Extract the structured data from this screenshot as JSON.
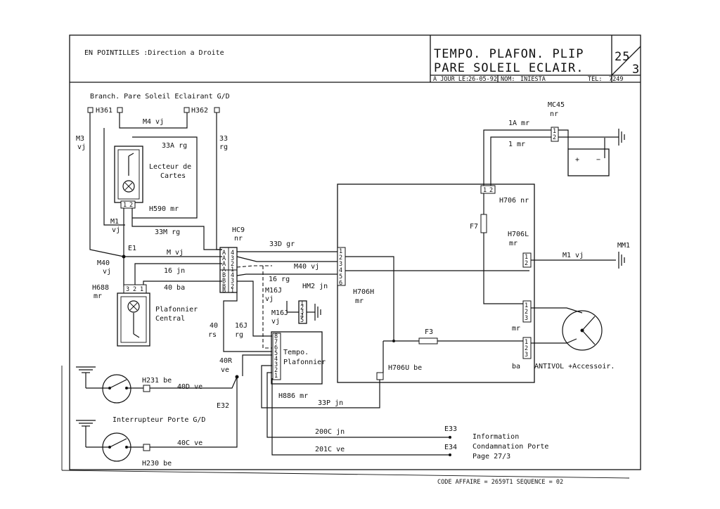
{
  "header": {
    "legend": "EN POINTILLES :Direction a Droite",
    "title_line1": "TEMPO. PLAFON. PLIP",
    "title_line2": "PARE SOLEIL ECLAIR.",
    "page_number": "25",
    "page_sub": "3",
    "date_label": "A JOUR LE:",
    "date_value": "26-05-92",
    "name_label": "NOM:",
    "name_value": "INIESTA",
    "tel_label": "TEL:",
    "tel_value": "7249"
  },
  "labels": {
    "branch_title": "Branch. Pare Soleil Eclairant G/D",
    "h361": "H361",
    "h362": "H362",
    "m4vj": "M4 vj",
    "m3": "M3",
    "m3c": "vj",
    "w33a": "33A rg",
    "w33": "33",
    "w33c": "rg",
    "lecteur1": "Lecteur de",
    "lecteur2": "Cartes",
    "h590": "H590 mr",
    "m1": "M1",
    "m1c": "vj",
    "w33m": "33M rg",
    "hc9": "HC9",
    "hc9c": "nr",
    "w33d": "33D gr",
    "e1": "E1",
    "mvj": "M vj",
    "m40": "M40",
    "m40c": "vj",
    "w16jn": "16 jn",
    "w40ba": "40 ba",
    "h688": "H688",
    "h688c": "mr",
    "plaf1": "Plafonnier",
    "plaf2": "Central",
    "m40vj_b": "M40 vj",
    "w16rg": "16 rg",
    "m16j": "M16J",
    "m16jc": "vj",
    "m16j2": "M16J",
    "m16j2c": "vj",
    "hm2": "HM2 jn",
    "h706h": "H706H",
    "h706hc": "mr",
    "w40": "40",
    "w40c": "rs",
    "w16j": "16J",
    "w16jc": "rg",
    "tempo1": "Tempo.",
    "tempo2": "Plafonnier",
    "w40r": "40R",
    "w40rc": "ve",
    "h886": "H886 mr",
    "w33p": "33P jn",
    "h231": "H231 be",
    "w40d": "40D ve",
    "e32": "E32",
    "interrupteur": "Interrupteur Porte G/D",
    "w40c_ve": "40C ve",
    "h230": "H230 be",
    "w200c": "200C jn",
    "w201c": "201C ve",
    "e33": "E33",
    "e34": "E34",
    "info1": "Information",
    "info2": "Condamnation Porte",
    "info3": "Page 27/3",
    "mc45": "MC45",
    "mc45c": "nr",
    "w1a": "1A mr",
    "w1": "1 mr",
    "h706": "H706 nr",
    "f7": "F7",
    "h706l": "H706L",
    "h706lc": "mr",
    "mm1": "MM1",
    "m1vj": "M1 vj",
    "f3": "F3",
    "h706u": "H706U be",
    "mr_label": "mr",
    "ba_label": "ba",
    "antivol": "ANTIVOL +Accessoir.",
    "footer": "CODE AFFAIRE = 2659T1 SEQUENCE = 02"
  },
  "pins": {
    "hc9_top": [
      "A",
      "A",
      "A",
      "A"
    ],
    "hc9_bot": [
      "B",
      "B",
      "B",
      "B"
    ],
    "hc9_num_top": [
      "4",
      "3",
      "2",
      "1"
    ],
    "hc9_num_bot": [
      "4",
      "3",
      "2",
      "1"
    ],
    "h706h": [
      "1",
      "2",
      "3",
      "4",
      "5",
      "6"
    ],
    "tempo": [
      "8",
      "7",
      "6",
      "5",
      "4",
      "3",
      "2",
      "1"
    ],
    "hm2": [
      "1",
      "2",
      "3",
      "4",
      "5"
    ],
    "h688": [
      "3",
      "2",
      "1"
    ],
    "h590": [
      "1",
      "2"
    ],
    "h706_top": [
      "1",
      "2"
    ],
    "h706l": [
      "1",
      "2"
    ],
    "antivol_a": [
      "1",
      "2",
      "3"
    ],
    "antivol_b": [
      "1",
      "2",
      "3"
    ],
    "mc45": [
      "1",
      "2"
    ]
  }
}
